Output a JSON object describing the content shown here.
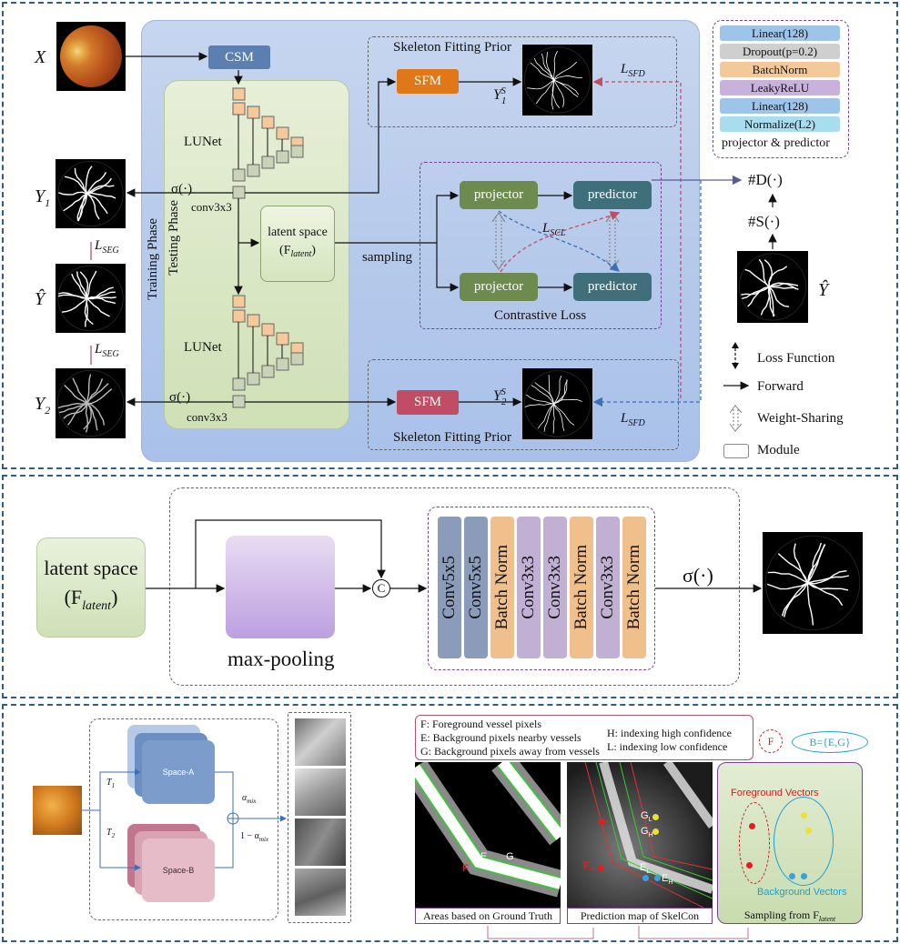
{
  "panel1": {
    "x_label": "X",
    "y1_label": "Y",
    "y1_sub": "1",
    "yhat_label": "Ŷ",
    "y2_label": "Y",
    "y2_sub": "2",
    "lseg_top": "L",
    "lseg_sub": "SEG",
    "csm": "CSM",
    "training_phase": "Training Phase",
    "testing_phase": "Testing Phase",
    "lunet_top": "LUNet",
    "lunet_bottom": "LUNet",
    "sigma": "σ(·)",
    "conv": "conv3x3",
    "latent_line1": "latent space",
    "latent_line2": "(F",
    "latent_sub": "latent",
    "latent_close": ")",
    "sampling": "sampling",
    "sfm": "SFM",
    "skeleton_prior": "Skeleton Fitting Prior",
    "ys_label": "Y",
    "ys_sup": "S",
    "ys1_sub": "1",
    "ys2_sub": "2",
    "lsfd": "L",
    "lsfd_sub": "SFD",
    "projector": "projector",
    "predictor": "predictor",
    "lscl": "L",
    "lscl_sub": "SCL",
    "contrastive_loss": "Contrastive Loss",
    "proj_layers": [
      "Linear(128)",
      "Dropout(p=0.2)",
      "BatchNorm",
      "LeakyReLU",
      "Linear(128)",
      "Normalize(L2)"
    ],
    "proj_caption": "projector  &  predictor",
    "d_func": "#D(·)",
    "s_func": "#S(·)",
    "legend": {
      "loss": "Loss Function",
      "forward": "Forward",
      "weight": "Weight-Sharing",
      "module": "Module"
    }
  },
  "panel2": {
    "latent_line1": "latent space",
    "latent_line2": "(F",
    "latent_sub": "latent",
    "latent_close": ")",
    "maxpool": "max-pooling",
    "concat": "C",
    "layers": [
      "Conv5x5",
      "Conv5x5",
      "Batch Norm",
      "Conv3x3",
      "Conv3x3",
      "Batch Norm",
      "Conv3x3",
      "Batch Norm"
    ],
    "sigma": "σ(·)"
  },
  "panel3": {
    "t1": "T",
    "t1_sub": "1",
    "t2": "T",
    "t2_sub": "2",
    "space_a": "Space-A",
    "space_b": "Space-B",
    "alpha_mix": "α",
    "alpha_sub": "mix",
    "one_minus": "1 − α",
    "legend_f": "F: Foreground vessel pixels",
    "legend_e": "E: Background pixels nearby vessels",
    "legend_g": "G: Background pixels away from vessels",
    "legend_h": "H: indexing high confidence",
    "legend_l": "L: indexing low confidence",
    "f_badge": "F",
    "b_badge": "B={E,G}",
    "gt_caption": "Areas based on Ground Truth",
    "pred_caption": "Prediction map of SkelCon",
    "sample_caption": "Sampling from F",
    "sample_sub": "latent",
    "fg_vectors": "Foreground Vectors",
    "bg_vectors": "Background Vectors",
    "point_e": "E",
    "point_g": "G",
    "point_f": "F",
    "point_gl": "G",
    "point_gh": "G",
    "point_fh": "F",
    "point_el": "E",
    "point_eh": "E",
    "sub_l": "L",
    "sub_h": "H"
  },
  "colors": {
    "csm": "#5b7fb0",
    "sfm_top": "#e07818",
    "sfm_bottom": "#c04d66",
    "projector": "#6d8b4f",
    "predictor": "#3f6f7a",
    "conv5": "#8a9cba",
    "batchnorm": "#efc08c",
    "conv3": "#c2b0d4"
  }
}
